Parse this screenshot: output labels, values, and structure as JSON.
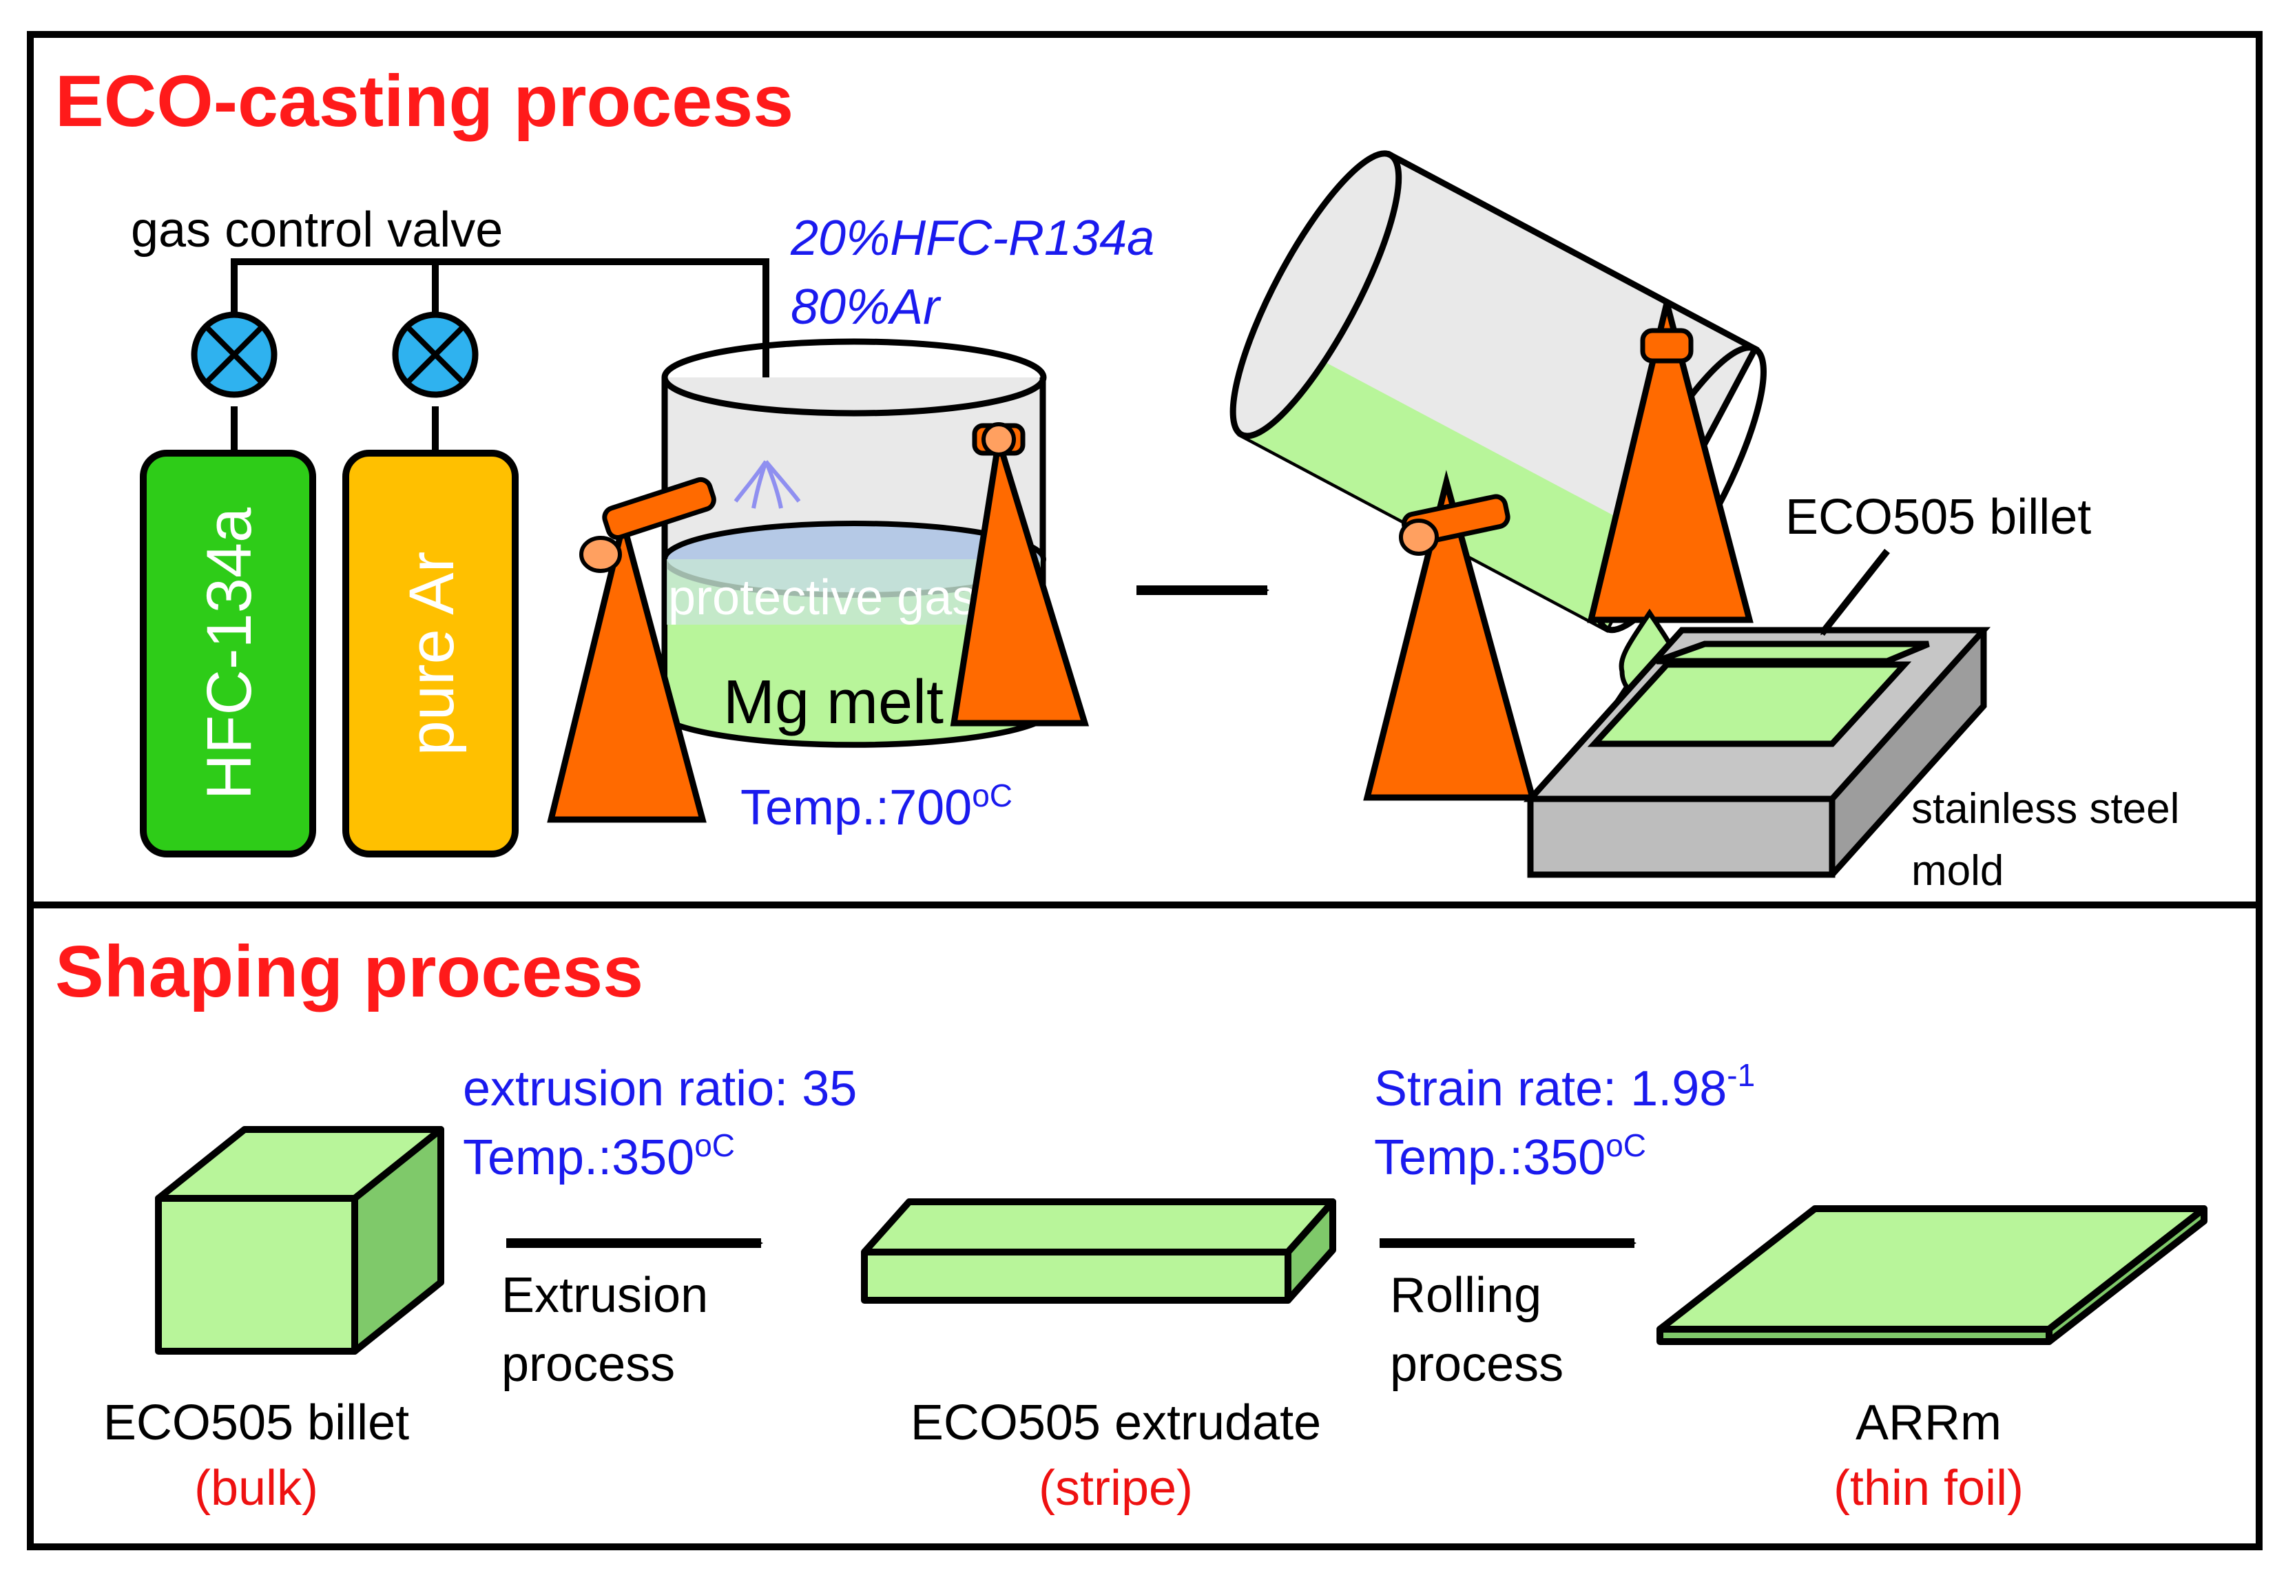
{
  "colors": {
    "title_red": "#ff1a1a",
    "param_blue": "#1a1aee",
    "note_red": "#ee1111",
    "hfc_green": "#2ecc18",
    "ar_yellow": "#ffc000",
    "melt_green": "#b8f59a",
    "stand_orange": "#ff6a00",
    "valve_blue": "#2fb2ef",
    "mold_gray": "#bdbdbd"
  },
  "casting": {
    "title": "ECO-casting process",
    "valve_label": "gas control valve",
    "gas_mix_line1": "20%HFC-R134a",
    "gas_mix_line2": "80%Ar",
    "cylinder1_label": "HFC-134a",
    "cylinder2_label": "pure Ar",
    "protective_gas_label": "protective gas",
    "melt_label": "Mg melt",
    "temp_label": "Temp.:700",
    "temp_unit": "oC",
    "billet_label": "ECO505 billet",
    "mold_label_line1": "stainless steel",
    "mold_label_line2": "mold"
  },
  "shaping": {
    "title": "Shaping process",
    "extrusion_param_line1": "extrusion ratio: 35",
    "extrusion_temp": "Temp.:350",
    "extrusion_temp_unit": "oC",
    "extrusion_step_line1": "Extrusion",
    "extrusion_step_line2": "process",
    "rolling_param_prefix": "Strain rate: 1.98",
    "rolling_param_sup": "-1",
    "rolling_temp": "Temp.:350",
    "rolling_temp_unit": "oC",
    "rolling_step_line1": "Rolling",
    "rolling_step_line2": "process",
    "billet_name": "ECO505 billet",
    "billet_form": "(bulk)",
    "extrudate_name": "ECO505 extrudate",
    "extrudate_form": "(stripe)",
    "foil_name": "ARRm",
    "foil_form": "(thin foil)"
  }
}
